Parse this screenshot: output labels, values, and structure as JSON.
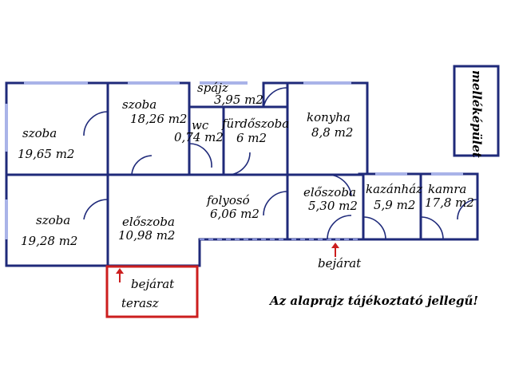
{
  "rooms": {
    "szoba_top_left": {
      "name": "szoba",
      "area": "19,65 m2"
    },
    "szoba_top_mid": {
      "name": "szoba",
      "area": "18,26 m2"
    },
    "spajz": {
      "name": "spájz",
      "area": "3,95 m2"
    },
    "wc": {
      "name": "wc",
      "area": "0,74 m2"
    },
    "furdoszoba": {
      "name": "fürdőszoba",
      "area": "6 m2"
    },
    "konyha": {
      "name": "konyha",
      "area": "8,8 m2"
    },
    "szoba_bottom_left": {
      "name": "szoba",
      "area": "19,28 m2"
    },
    "eloszoba_left": {
      "name": "előszoba",
      "area": "10,98 m2"
    },
    "folyoso": {
      "name": "folyosó",
      "area": "6,06 m2"
    },
    "eloszoba_right": {
      "name": "előszoba",
      "area": "5,30 m2"
    },
    "kazanhaz": {
      "name": "kazánház",
      "area": "5,9 m2"
    },
    "kamra": {
      "name": "kamra",
      "area": "17,8 m2"
    }
  },
  "entrances": {
    "terrace_entry": "bejárat",
    "terrace": "terasz",
    "main_entry": "bejárat"
  },
  "outbuilding": "melléképület",
  "disclaimer": "Az alaprajz tájékoztató jellegű!",
  "colors": {
    "wall": "#1f2a7a",
    "window": "#a9b3e8",
    "terrace": "#cc1e1e",
    "arrow": "#cc1e1e"
  }
}
